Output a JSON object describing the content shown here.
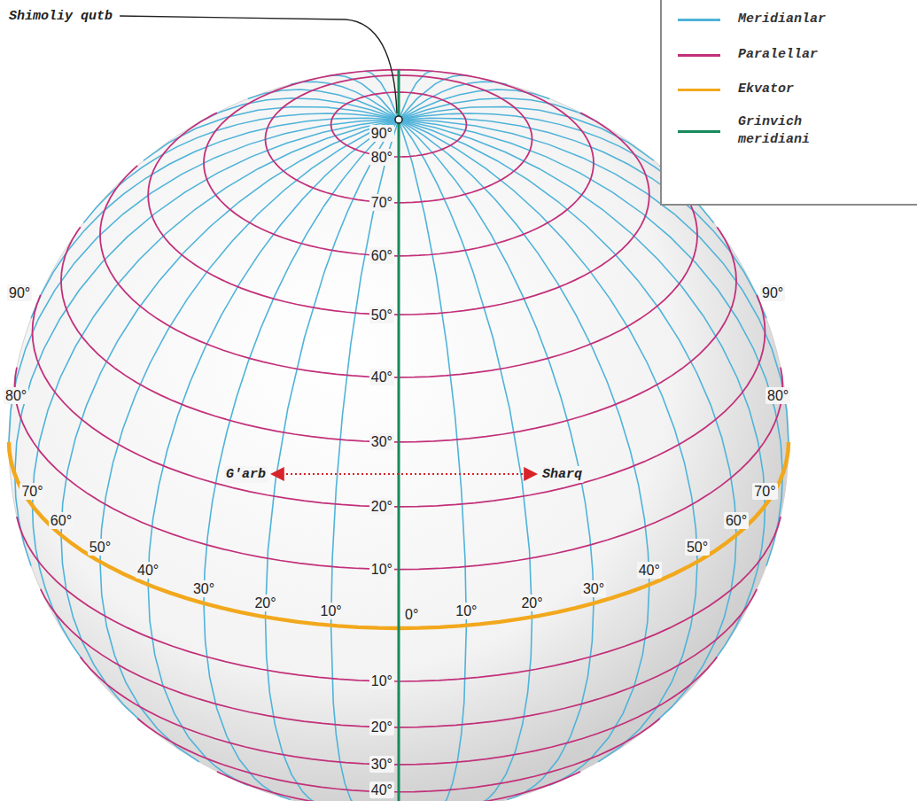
{
  "diagram": {
    "labels": [
      "Shimoliy qutb",
      "90°",
      "80°",
      "70°",
      "60°",
      "50°",
      "40°",
      "30°",
      "20°",
      "10°",
      "10°",
      "20°",
      "30°",
      "40°",
      "90°",
      "90°",
      "80°",
      "80°",
      "G'arb",
      "Sharq",
      "70°",
      "60°",
      "50°",
      "40°",
      "30°",
      "20°",
      "10°",
      "0°",
      "10°",
      "20°",
      "30°",
      "40°",
      "50°",
      "60°",
      "70°"
    ],
    "legend": [
      {
        "text": "Meridianlar",
        "color": "#4fb3d9"
      },
      {
        "text": "Paralellar",
        "color": "#c2307a"
      },
      {
        "text": "Ekvator",
        "color": "#f2a81d"
      },
      {
        "text": "Grinvich meridiani",
        "color": "#18895b"
      }
    ]
  }
}
